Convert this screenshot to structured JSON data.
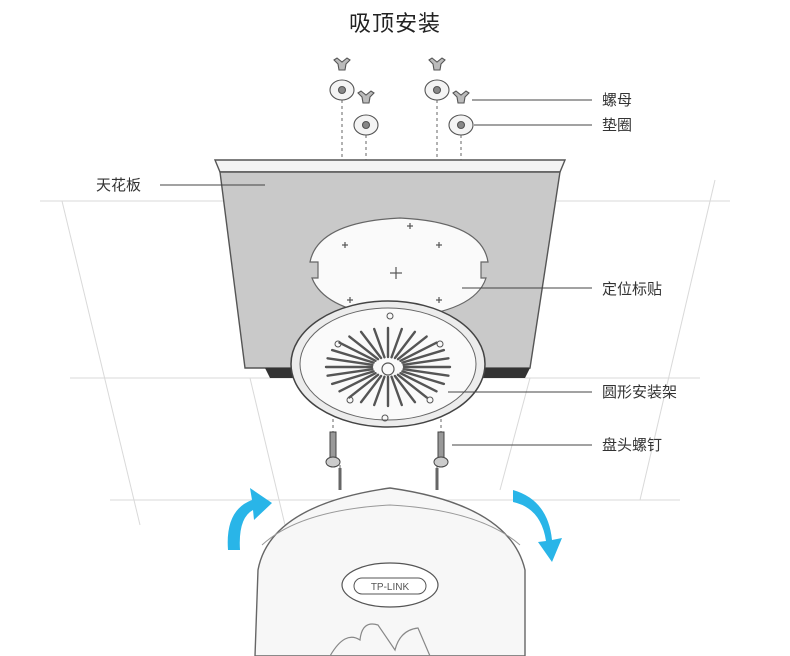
{
  "title": "吸顶安装",
  "labels": {
    "nut": "螺母",
    "washer": "垫圈",
    "ceiling": "天花板",
    "sticker": "定位标贴",
    "bracket": "圆形安装架",
    "screw": "盘头螺钉"
  },
  "device": {
    "logo": "TP-LINK"
  },
  "colors": {
    "ceiling": "#c9c9c9",
    "arrow": "#29b5e8",
    "line": "#555555"
  },
  "icons": [
    "rotate-left-arrow-icon",
    "rotate-right-arrow-icon"
  ]
}
